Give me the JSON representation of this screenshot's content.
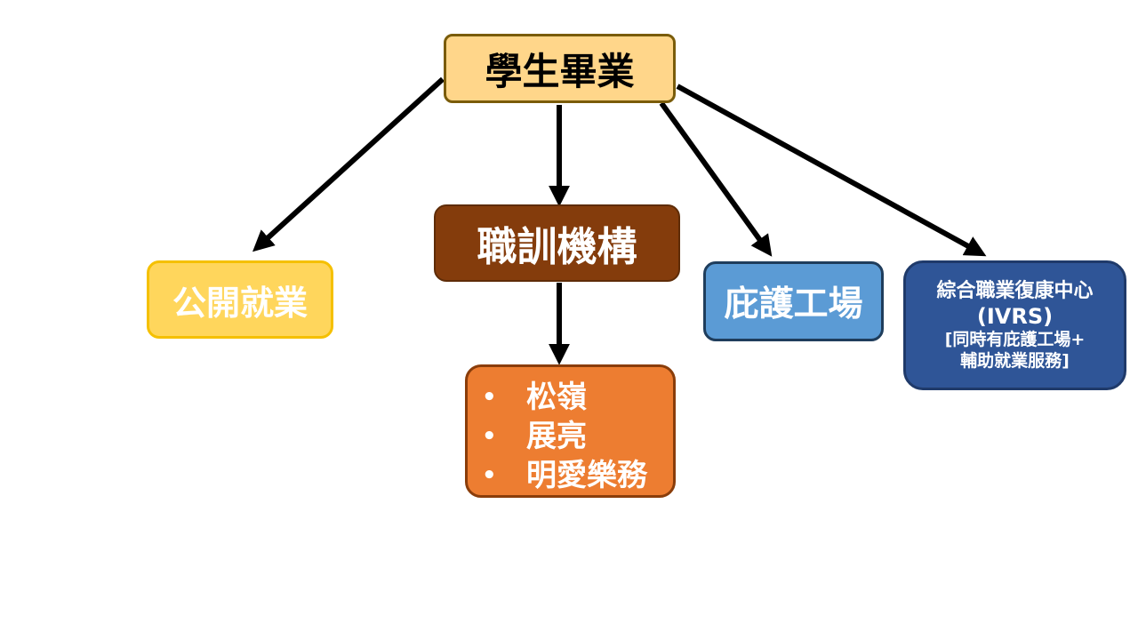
{
  "colors": {
    "root_fill": "#ffd68a",
    "root_border": "#7a5c0a",
    "public_fill": "#ffd65c",
    "public_border": "#f5c000",
    "training_fill": "#843c0c",
    "sheltered_fill": "#5b9bd5",
    "sheltered_border": "#1f3d5c",
    "ivrs_fill": "#2f5597",
    "list_fill": "#ed7d31",
    "arrow": "#000000"
  },
  "nodes": {
    "root": {
      "label": "學生畢業"
    },
    "public_employment": {
      "label": "公開就業"
    },
    "training_institution": {
      "label": "職訓機構"
    },
    "sheltered_workshop": {
      "label": "庇護工場"
    },
    "ivrs": {
      "line1": "綜合職業復康中心",
      "line2": "(IVRS)",
      "line3": "[同時有庇護工場+",
      "line4": "輔助就業服務]"
    },
    "training_list": {
      "bullet": "•",
      "items": [
        "松嶺",
        "展亮",
        "明愛樂務"
      ]
    }
  }
}
